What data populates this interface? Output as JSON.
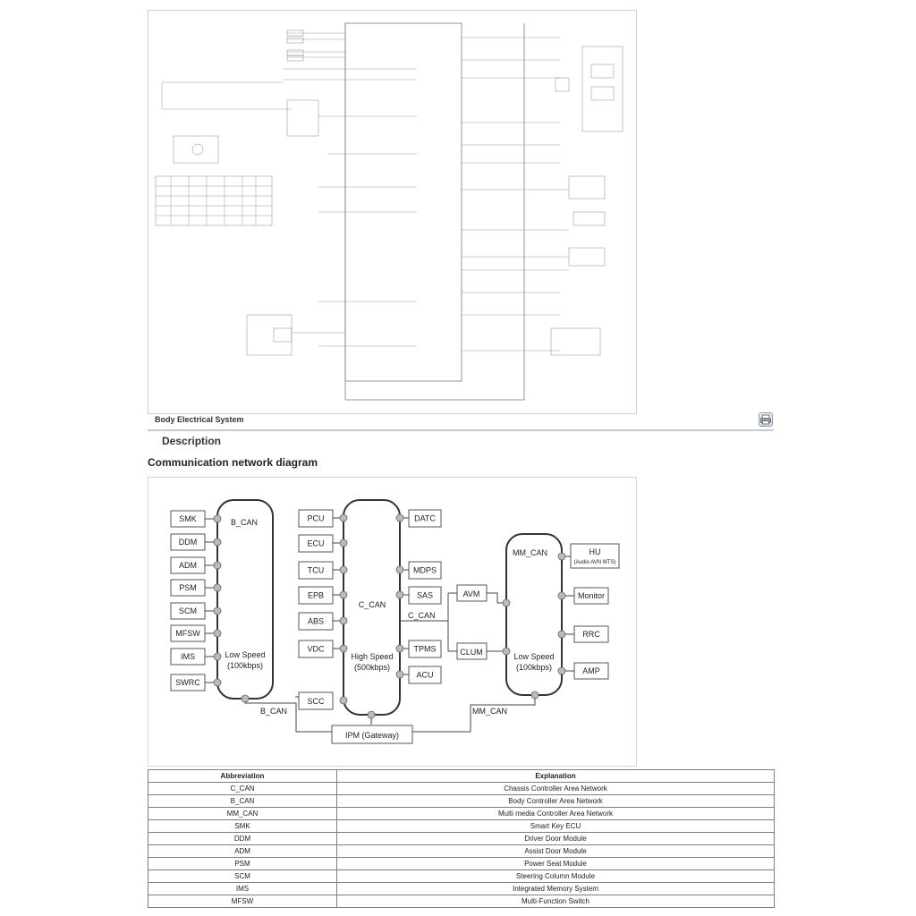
{
  "page": {
    "section_title": "Body Electrical System",
    "description_heading": "Description",
    "diagram_heading": "Communication network diagram"
  },
  "network": {
    "b_can": {
      "name": "B_CAN",
      "speed_line1": "Low Speed",
      "speed_line2": "(100kbps)",
      "modules": [
        "SMK",
        "DDM",
        "ADM",
        "PSM",
        "SCM",
        "MFSW",
        "IMS",
        "SWRC"
      ]
    },
    "c_can": {
      "name": "C_CAN",
      "speed_line1": "High Speed",
      "speed_line2": "(500kbps)",
      "left_modules": [
        "PCU",
        "ECU",
        "TCU",
        "EPB",
        "ABS",
        "VDC"
      ],
      "bottom_module": "SCC",
      "right_modules": [
        "DATC",
        "MDPS",
        "SAS",
        "TPMS",
        "ACU"
      ],
      "side_label": "C_CAN"
    },
    "mm_can": {
      "name": "MM_CAN",
      "speed_line1": "Low Speed",
      "speed_line2": "(100kbps)",
      "left_modules": [
        "AVM",
        "CLUM"
      ],
      "hu_label": "HU",
      "hu_sub": "(Audio AVN MTS)",
      "right_modules": [
        "Monitor",
        "RRC",
        "AMP"
      ]
    },
    "gateway": "IPM (Gateway)",
    "b_can_link_label": "B_CAN",
    "mm_can_link_label": "MM_CAN"
  },
  "abbr_table": {
    "headers": [
      "Abbreviation",
      "Explanation"
    ],
    "rows": [
      [
        "C_CAN",
        "Chassis Controller Area Network"
      ],
      [
        "B_CAN",
        "Body Controller Area Network"
      ],
      [
        "MM_CAN",
        "Multi media Controller Area Network"
      ],
      [
        "SMK",
        "Smart Key ECU"
      ],
      [
        "DDM",
        "Driver Door Module"
      ],
      [
        "ADM",
        "Assist Door Module"
      ],
      [
        "PSM",
        "Power Seat Module"
      ],
      [
        "SCM",
        "Steering Column Module"
      ],
      [
        "IMS",
        "Integrated Memory System"
      ],
      [
        "MFSW",
        "Multi-Function Switch"
      ]
    ]
  },
  "icons": {
    "print": "print-icon"
  }
}
